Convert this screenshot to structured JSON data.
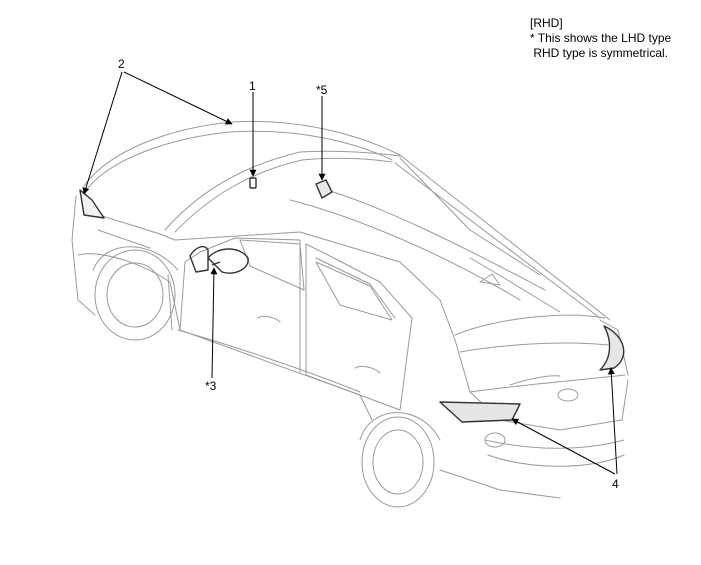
{
  "note": {
    "line1": "[RHD]",
    "line2": "* This shows the LHD type",
    "line3": " RHD type is symmetrical."
  },
  "callouts": {
    "c1": "1",
    "c2": "2",
    "c3": "*3",
    "c4": "4",
    "c5": "*5"
  },
  "colors": {
    "outline": "#9a9a9a",
    "component": "#333333",
    "leader": "#000000"
  }
}
